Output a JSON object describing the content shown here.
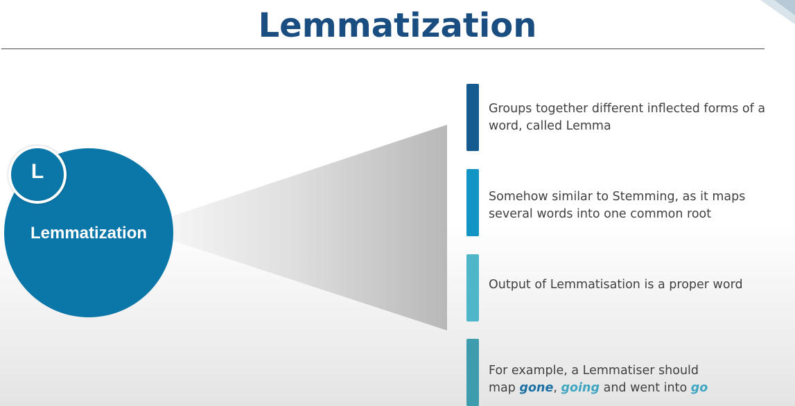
{
  "slide": {
    "title": "Lemmatization"
  },
  "concept": {
    "badge_letter": "L",
    "label": "Lemmatization",
    "color": "#0b76a8"
  },
  "points": [
    {
      "text": "Groups together different inflected forms of a word, called Lemma",
      "bar_color": "#155b8f"
    },
    {
      "text": "Somehow similar to Stemming, as it maps several words into one common root",
      "bar_color": "#1295c4"
    },
    {
      "text": "Output of Lemmatisation is a proper word",
      "bar_color": "#4fb6ca"
    },
    {
      "text_line1": "For example, a Lemmatiser should",
      "text_prefix": "map ",
      "example_1": "gone",
      "sep_1": ", ",
      "example_2": "going",
      "text_middle": " and went into ",
      "example_3": "go",
      "bar_color": "#3d9cad"
    }
  ]
}
